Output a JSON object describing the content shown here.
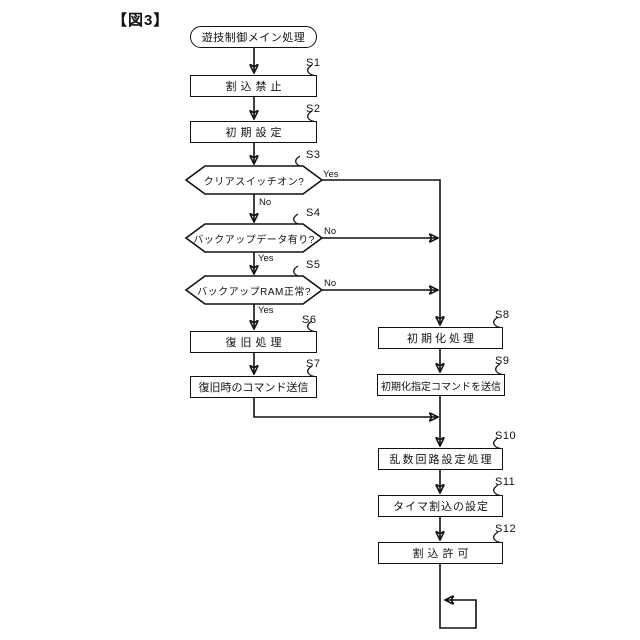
{
  "figure": {
    "title": "【図3】"
  },
  "flowchart": {
    "start_label": "遊技制御メイン処理",
    "branch_labels": {
      "yes": "Yes",
      "no": "No"
    },
    "nodes": [
      {
        "step": "S1",
        "type": "process",
        "label": "割込禁止"
      },
      {
        "step": "S2",
        "type": "process",
        "label": "初期設定"
      },
      {
        "step": "S3",
        "type": "decision",
        "label": "クリアスイッチオン?"
      },
      {
        "step": "S4",
        "type": "decision",
        "label": "バックアップデータ有り?"
      },
      {
        "step": "S5",
        "type": "decision",
        "label": "バックアップRAM正常?"
      },
      {
        "step": "S6",
        "type": "process",
        "label": "復旧処理"
      },
      {
        "step": "S7",
        "type": "process",
        "label": "復旧時のコマンド送信"
      },
      {
        "step": "S8",
        "type": "process",
        "label": "初期化処理"
      },
      {
        "step": "S9",
        "type": "process",
        "label": "初期化指定コマンドを送信"
      },
      {
        "step": "S10",
        "type": "process",
        "label": "乱数回路設定処理"
      },
      {
        "step": "S11",
        "type": "process",
        "label": "タイマ割込の設定"
      },
      {
        "step": "S12",
        "type": "process",
        "label": "割込許可"
      }
    ]
  }
}
